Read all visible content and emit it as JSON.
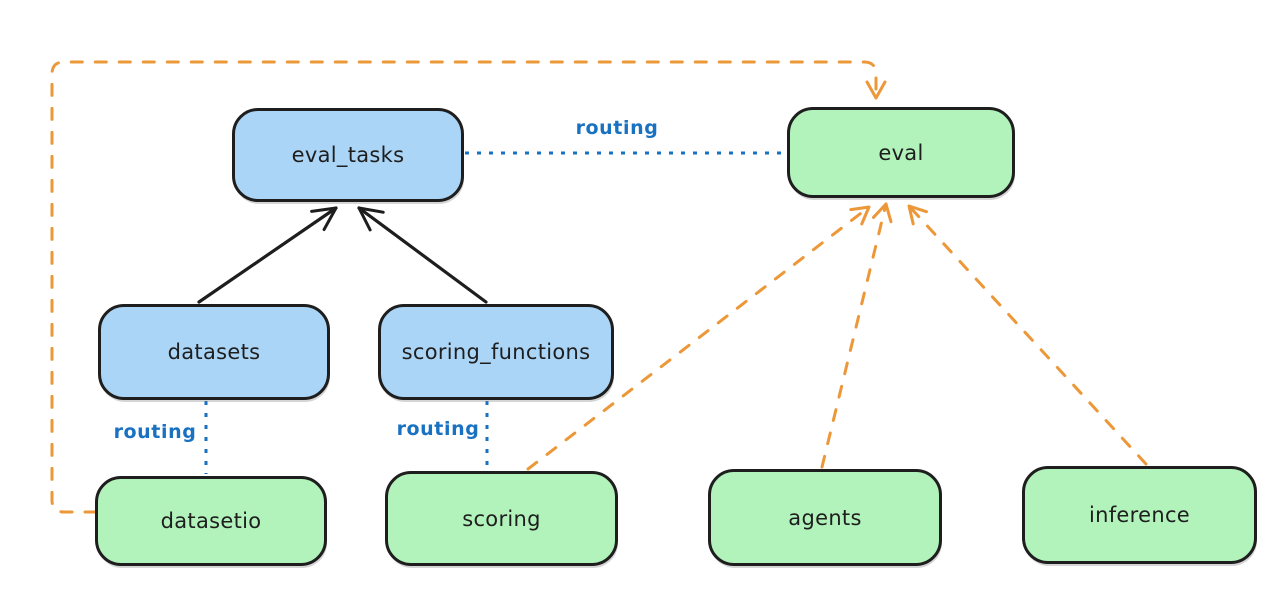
{
  "diagram": {
    "nodes": {
      "eval_tasks": {
        "label": "eval_tasks",
        "kind": "api"
      },
      "eval": {
        "label": "eval",
        "kind": "provider"
      },
      "datasets": {
        "label": "datasets",
        "kind": "api"
      },
      "scoring_functions": {
        "label": "scoring_functions",
        "kind": "api"
      },
      "datasetio": {
        "label": "datasetio",
        "kind": "provider"
      },
      "scoring": {
        "label": "scoring",
        "kind": "provider"
      },
      "agents": {
        "label": "agents",
        "kind": "provider"
      },
      "inference": {
        "label": "inference",
        "kind": "provider"
      }
    },
    "edge_labels": {
      "eval_tasks_eval": "routing",
      "datasets_datasetio": "routing",
      "scoring_functions_scoring": "routing"
    },
    "colors": {
      "api_fill": "#abd5f6",
      "provider_fill": "#b2f2bb",
      "stroke": "#1e1e1e",
      "routing_blue": "#1971c2",
      "provider_orange": "#ec9738",
      "background": "#ffffff"
    }
  }
}
